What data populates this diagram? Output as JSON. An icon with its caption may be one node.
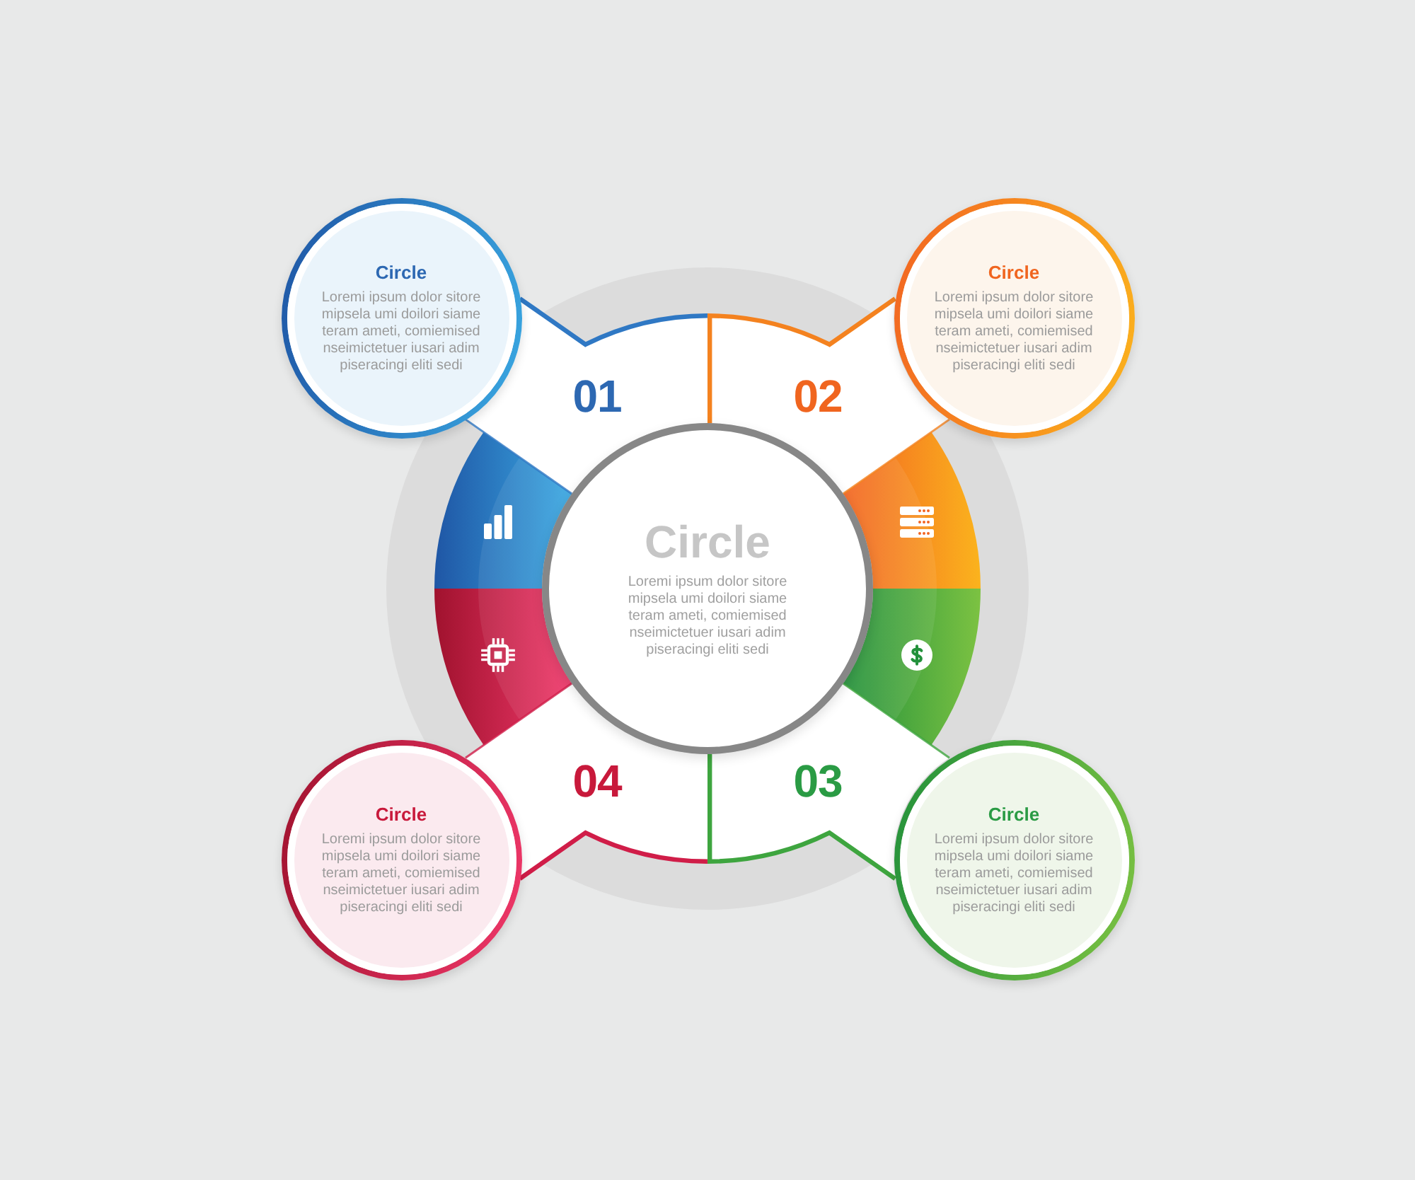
{
  "diagram": {
    "nodes": [
      {
        "text": [
          "Circle",
          "Loremi ipsum dolor sitore mipsela umi doilori siame teram ameti, comiemised nseimictetuer iusari adim piseracingi eliti sedi"
        ]
      },
      {
        "text": [
          "Circle",
          "Loremi ipsum dolor sitore mipsela umi doilori siame teram ameti, comiemised nseimictetuer iusari adim piseracingi eliti sedi"
        ]
      },
      {
        "text": [
          "01"
        ]
      },
      {
        "text": [
          "02"
        ]
      },
      {
        "text": [
          "Circle",
          "Loremi ipsum dolor sitore mipsela umi doilori siame teram ameti, comiemised nseimictetuer iusari adim piseracingi eliti sedi"
        ]
      },
      {
        "text": [
          "04"
        ]
      },
      {
        "text": [
          "03"
        ]
      },
      {
        "text": [
          "Circle",
          "Loremi ipsum dolor sitore mipsela umi doilori siame teram ameti, comiemised nseimictetuer iusari adim piseracingi eliti sedi"
        ]
      },
      {
        "text": [
          "Circle",
          "Loremi ipsum dolor sitore mipsela umi doilori siame teram ameti, comiemised nseimictetuer iusari adim piseracingi eliti sedi"
        ]
      }
    ]
  }
}
